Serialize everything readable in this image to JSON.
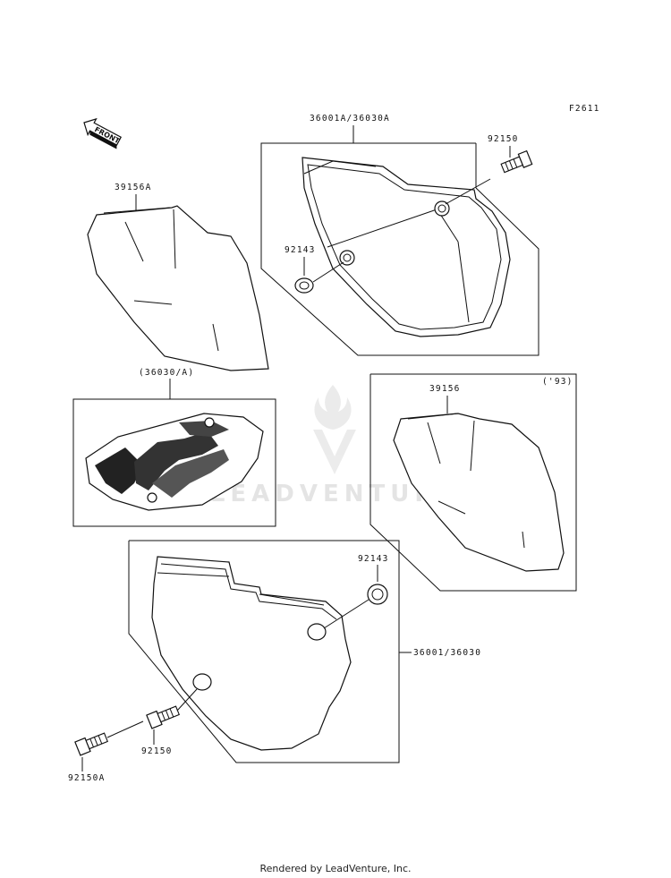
{
  "diagram_code": "F2611",
  "front_label": "FRONT",
  "watermark": "LEADVENTURE",
  "footer": "Rendered by LeadVenture, Inc.",
  "labels": {
    "cover_upper": "36001A/36030A",
    "bolt_upper": "92150",
    "grommet_upper": "92143",
    "pad_upper": "39156A",
    "decal_ref": "(36030/A)",
    "pad_right": "39156",
    "year_note": "('93)",
    "grommet_lower": "92143",
    "cover_lower": "36001/36030",
    "bolt_lower": "92150",
    "bolt_lower_a": "92150A"
  }
}
